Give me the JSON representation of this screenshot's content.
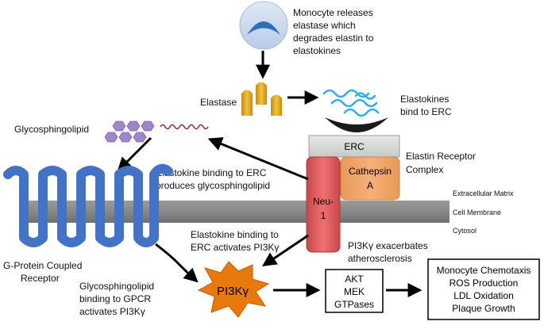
{
  "labels": {
    "monocyte": [
      "Monocyte releases",
      "elastase which",
      "degrades elastin to",
      "elastokines"
    ],
    "elastase": "Elastase",
    "elastokines_bind": [
      "Elastokines",
      "bind to ERC"
    ],
    "glycosphingolipid": "Glycosphingolipid",
    "erc": "ERC",
    "erc_complex": [
      "Elastin Receptor",
      "Complex"
    ],
    "cathepsin": [
      "Cathepsin",
      "A"
    ],
    "neu1": [
      "Neu-",
      "1"
    ],
    "elastokine_glyco": [
      "Elastokine binding to ERC",
      "produces glycosphingolipid"
    ],
    "extracellular": "Extracellular Matrix",
    "cell_membrane": "Cell Membrane",
    "cytosol": "Cytosol",
    "elastokine_pi3k": [
      "Elastokine binding to",
      "ERC activates PI3Kγ"
    ],
    "gpcr": [
      "G-Protein Coupled",
      "Receptor"
    ],
    "pi3k_exacerbates": [
      "PI3Kγ exacerbates",
      "atherosclerosis"
    ],
    "glyco_gpcr": [
      "Glycosphingolipid",
      "binding to GPCR",
      "activates PI3Kγ"
    ],
    "pi3k": "PI3Kγ",
    "akt_box": [
      "AKT",
      "MEK",
      "GTPases"
    ],
    "outcomes_box": [
      "Monocyte Chemotaxis",
      "ROS Production",
      "LDL Oxidation",
      "Plaque Growth"
    ]
  },
  "colors": {
    "gpcr_blue": "#4472c4",
    "membrane_gray": "#8c8c8c",
    "neu1_red": "#e06060",
    "cathepsin_orange": "#f4a460",
    "erc_gray": "#d9dcd9",
    "pi3k_orange": "#e8790c",
    "elastase_gold": "#e8b020",
    "elastokine_blue": "#33aee8",
    "glyco_purple": "#9e86c8",
    "monocyte_blue": "#2f6fb8"
  }
}
